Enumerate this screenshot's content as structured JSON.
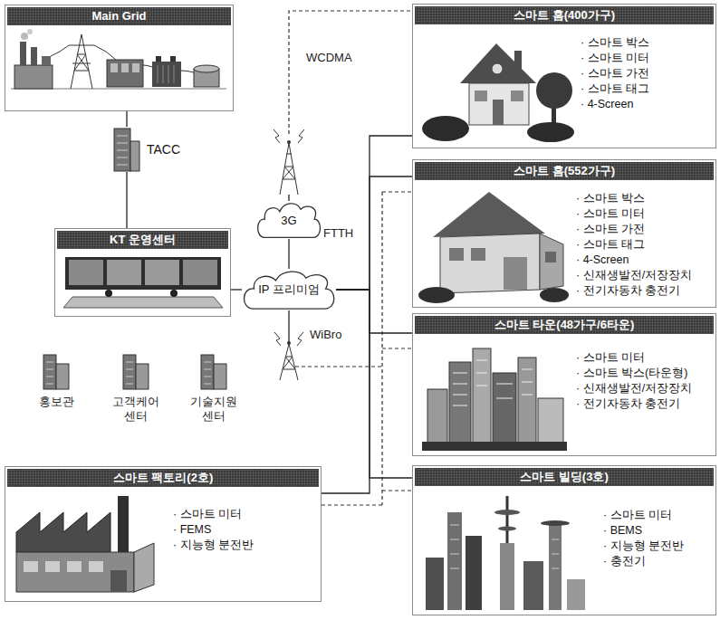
{
  "diagram": {
    "nodes": [
      {
        "text": [
          "Main Grid"
        ]
      },
      {
        "text": [
          "TACC"
        ]
      },
      {
        "text": [
          "KT 운영센터"
        ]
      },
      {
        "text": [
          "3G"
        ]
      },
      {
        "text": [
          "IP 프리미엄"
        ]
      },
      {
        "text": [
          "스마트 홈(400가구)",
          "· 스마트 박스",
          "· 스마트 미터",
          "· 스마트 가전",
          "· 스마트 태그",
          "· 4-Screen"
        ]
      },
      {
        "text": [
          "스마트 홈(552가구)",
          "· 스마트 박스",
          "· 스마트 미터",
          "· 스마트 가전",
          "· 스마트 태그",
          "· 4-Screen",
          "· 신재생발전/저장장치",
          "· 전기자동차 충전기"
        ]
      },
      {
        "text": [
          "스마트 타운(48가구/6타운)",
          "· 스마트 미터",
          "· 스마트 박스(타운형)",
          "· 신재생발전/저장장치",
          "· 전기자동차 충전기"
        ]
      },
      {
        "text": [
          "스마트 팩토리(2호)",
          "· 스마트 미터",
          "· FEMS",
          "· 지능형 분전반"
        ]
      },
      {
        "text": [
          "스마트 빌딩(3호)",
          "· 스마트 미터",
          "· BEMS",
          "· 지능형 분전반",
          "· 충전기"
        ]
      }
    ],
    "edges": [
      {
        "from": 0,
        "to": 1,
        "arrow": "none"
      },
      {
        "from": 1,
        "to": 2,
        "arrow": "none"
      },
      {
        "from": 2,
        "to": 4,
        "arrow": "none"
      },
      {
        "from": 3,
        "to": 4,
        "arrow": "none"
      },
      {
        "from": 4,
        "to": 5,
        "arrow": "none"
      },
      {
        "from": 4,
        "to": 6,
        "arrow": "none"
      },
      {
        "from": 4,
        "to": 7,
        "arrow": "none"
      },
      {
        "from": 4,
        "to": 8,
        "arrow": "none"
      },
      {
        "from": 4,
        "to": 9,
        "arrow": "none"
      }
    ],
    "labels": [
      "WCDMA",
      "FTTH",
      "WiBro",
      "홍보관",
      "고객케어 센터",
      "기술지원 센터"
    ]
  }
}
